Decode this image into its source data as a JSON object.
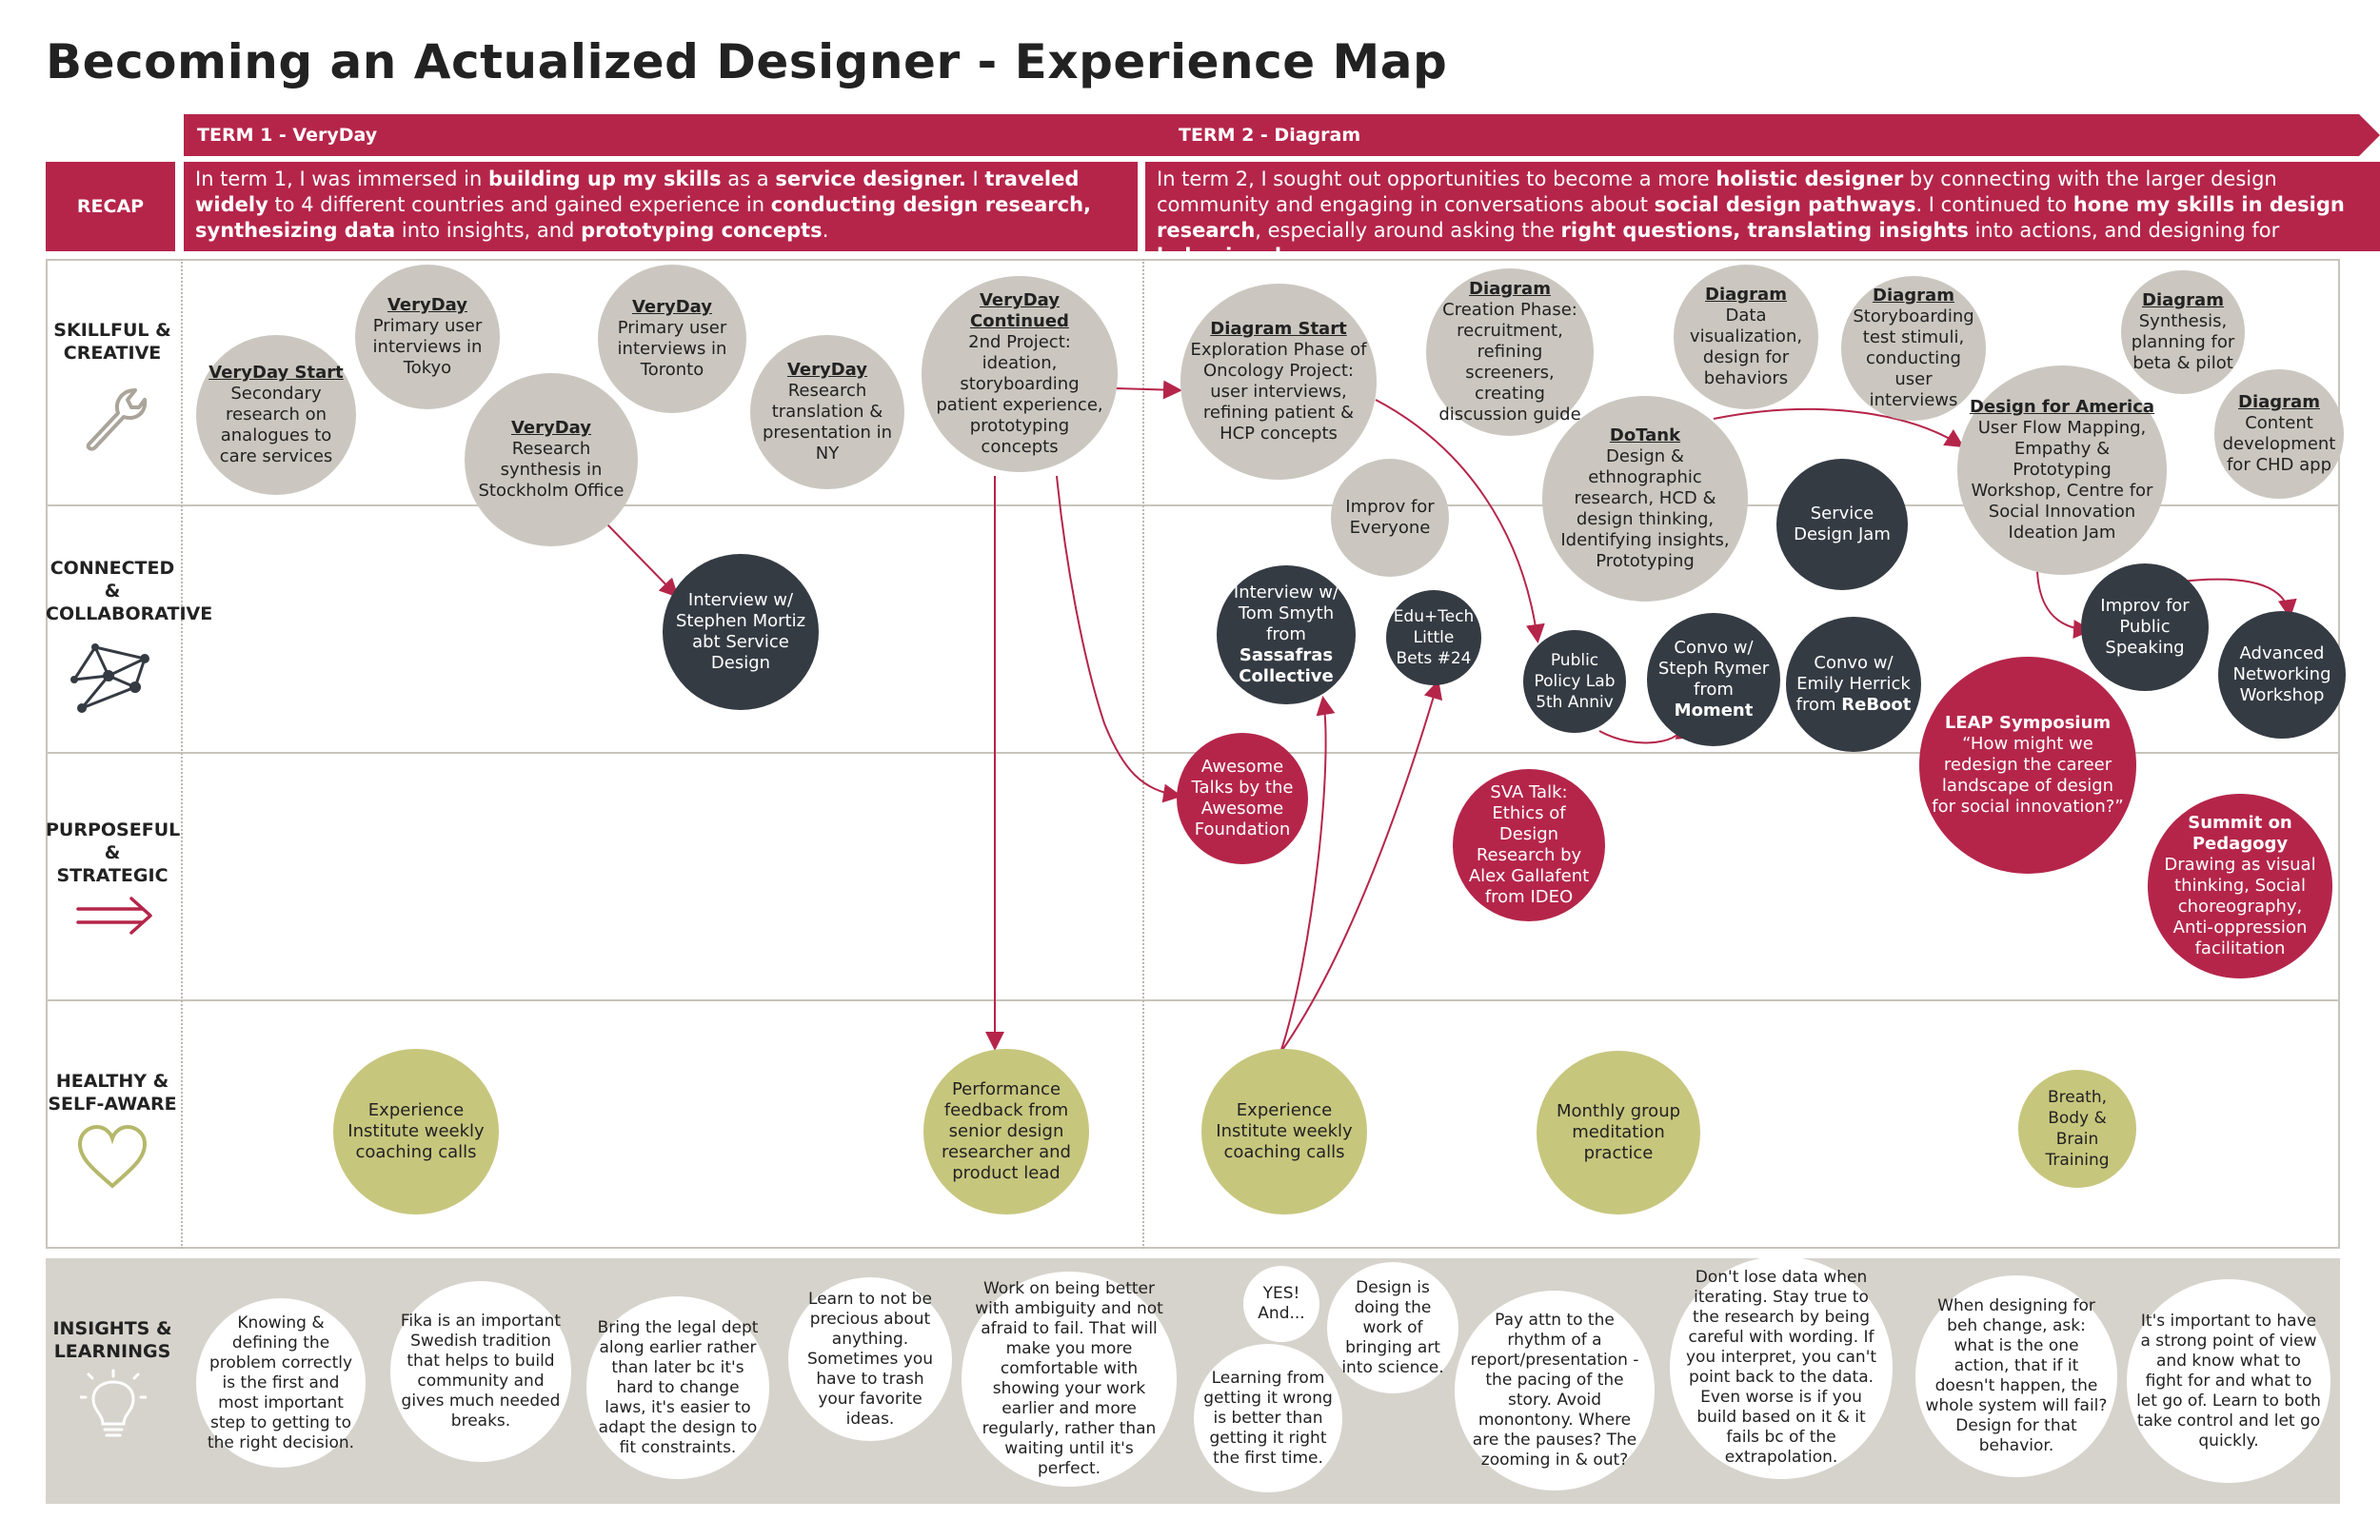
{
  "title": "Becoming an Actualized Designer - Experience Map",
  "terms": {
    "term1": "TERM 1 - VeryDay",
    "term2": "TERM 2 - Diagram"
  },
  "recap": {
    "label": "RECAP",
    "term1": [
      {
        "t": "In term 1, I was immersed in ",
        "b": false
      },
      {
        "t": "building up my skills",
        "b": true
      },
      {
        "t": " as a ",
        "b": false
      },
      {
        "t": "service designer.",
        "b": true
      },
      {
        "t": " I ",
        "b": false
      },
      {
        "t": "traveled widely",
        "b": true
      },
      {
        "t": " to 4 different countries and gained experience in ",
        "b": false
      },
      {
        "t": "conducting design research, synthesizing data",
        "b": true
      },
      {
        "t": " into insights, and ",
        "b": false
      },
      {
        "t": "prototyping concepts",
        "b": true
      },
      {
        "t": ".",
        "b": false
      }
    ],
    "term2": [
      {
        "t": "In term 2, I sought out opportunities to become a more ",
        "b": false
      },
      {
        "t": "holistic designer",
        "b": true
      },
      {
        "t": " by connecting with the larger design community and engaging in conversations about ",
        "b": false
      },
      {
        "t": "social design pathways",
        "b": true
      },
      {
        "t": ". I continued to ",
        "b": false
      },
      {
        "t": "hone my skills in design research",
        "b": true
      },
      {
        "t": ", especially around asking the ",
        "b": false
      },
      {
        "t": "right questions, translating insights",
        "b": true
      },
      {
        "t": " into actions, and designing for ",
        "b": false
      },
      {
        "t": "behavior change",
        "b": true
      },
      {
        "t": ".",
        "b": false
      }
    ]
  },
  "rows": {
    "skillful": {
      "l1": "SKILLFUL &",
      "l2": "CREATIVE",
      "icon": "wrench-icon"
    },
    "connected": {
      "l1": "CONNECTED",
      "l2": "&",
      "l3": "COLLABORATIVE",
      "icon": "network-icon"
    },
    "purposeful": {
      "l1": "PURPOSEFUL",
      "l2": "&",
      "l3": "STRATEGIC",
      "icon": "double-arrow-icon"
    },
    "healthy": {
      "l1": "HEALTHY &",
      "l2": "SELF-AWARE",
      "icon": "heart-icon"
    },
    "insights": {
      "l1": "INSIGHTS &",
      "l2": "LEARNINGS",
      "icon": "lightbulb-icon"
    }
  },
  "bubbles": {
    "vd_start": {
      "title": "VeryDay Start",
      "text": "Secondary research on analogues to care services"
    },
    "vd_tokyo": {
      "title": "VeryDay",
      "text": "Primary user interviews in Tokyo"
    },
    "vd_stockholm": {
      "title": "VeryDay",
      "text": "Research synthesis in Stockholm Office"
    },
    "vd_toronto": {
      "title": "VeryDay",
      "text": "Primary user interviews in Toronto"
    },
    "vd_ny": {
      "title": "VeryDay",
      "text": "Research translation & presentation in NY"
    },
    "vd_continued": {
      "title": "VeryDay Continued",
      "text": "2nd Project: ideation, storyboarding patient experience, prototyping concepts"
    },
    "dg_start": {
      "title": "Diagram Start",
      "text": "Exploration Phase of Oncology Project: user interviews, refining patient & HCP concepts"
    },
    "dg_creation": {
      "title": "Diagram",
      "text": "Creation Phase: recruitment, refining screeners, creating discussion guide"
    },
    "dg_dataviz": {
      "title": "Diagram",
      "text": "Data visualization, design for behaviors"
    },
    "dg_story": {
      "title": "Diagram",
      "text": "Storyboarding test stimuli, conducting user interviews"
    },
    "dg_synth": {
      "title": "Diagram",
      "text": "Synthesis, planning for beta & pilot"
    },
    "dg_content": {
      "title": "Diagram",
      "text": "Content development for CHD app"
    },
    "dotank": {
      "title": "DoTank",
      "text": "Design & ethnographic research, HCD & design thinking, Identifying insights, Prototyping"
    },
    "dfa": {
      "title": "Design for America",
      "text": "User Flow Mapping, Empathy & Prototyping Workshop, Centre for Social Innovation Ideation Jam"
    },
    "improv_everyone": {
      "text": "Improv for Everyone"
    },
    "interview_mortiz": {
      "text": "Interview w/ Stephen Mortiz abt Service Design"
    },
    "interview_tom_a": {
      "text": "Interview w/ Tom Smyth from"
    },
    "interview_tom_b": {
      "text": "Sassafras Collective"
    },
    "edutech": {
      "text": "Edu+Tech Little Bets #24"
    },
    "public_policy": {
      "text": "Public Policy Lab 5th Anniv"
    },
    "convo_steph_a": {
      "text": "Convo w/ Steph Rymer from"
    },
    "convo_steph_b": {
      "text": "Moment"
    },
    "service_jam": {
      "text": "Service Design Jam"
    },
    "convo_emily_a": {
      "text": "Convo w/ Emily Herrick from"
    },
    "convo_emily_b": {
      "text": "ReBoot"
    },
    "improv_public": {
      "text": "Improv for Public Speaking"
    },
    "adv_network": {
      "text": "Advanced Networking Workshop"
    },
    "awesome": {
      "text": "Awesome Talks by the Awesome Foundation"
    },
    "sva_title": {
      "text": "SVA Talk:"
    },
    "sva_text": {
      "text": "Ethics of Design Research by Alex Gallafent from IDEO"
    },
    "leap_title": {
      "text": "LEAP Symposium"
    },
    "leap_text": {
      "text": "“How might we redesign the career landscape of design for social innovation?”"
    },
    "summit_title": {
      "text": "Summit on Pedagogy"
    },
    "summit_text": {
      "text": "Drawing as visual thinking, Social choreography, Anti-oppression facilitation"
    },
    "exp_inst_1": {
      "text": "Experience Institute weekly coaching calls"
    },
    "perf_feedback": {
      "text": "Performance feedback from senior design researcher and product lead"
    },
    "exp_inst_2": {
      "text": "Experience Institute weekly coaching calls"
    },
    "meditation": {
      "text": "Monthly group meditation practice"
    },
    "breath": {
      "text": "Breath, Body & Brain Training"
    },
    "ins_knowing": {
      "text": "Knowing & defining the problem correctly is the first and most important step to getting to the right decision."
    },
    "ins_fika": {
      "text": "Fika is an important Swedish tradition that helps to build community and gives much needed breaks."
    },
    "ins_legal": {
      "text": "Bring the legal dept along earlier rather than later bc it's hard to change laws, it's easier to adapt the design to fit constraints."
    },
    "ins_precious": {
      "text": "Learn to not be precious about anything. Sometimes you have to trash your favorite ideas."
    },
    "ins_ambiguity": {
      "text": "Work on being better with ambiguity and not afraid to fail. That will make you more comfortable with showing your work earlier and more regularly, rather than waiting until it's perfect."
    },
    "ins_yes": {
      "text": "YES! And..."
    },
    "ins_wrong": {
      "text": "Learning from getting it wrong is better than getting it right the first time."
    },
    "ins_design_work": {
      "text": "Design is doing the work of bringing art into science."
    },
    "ins_rhythm": {
      "text": "Pay attn to the rhythm of a report/presentation - the pacing of the story. Avoid monontony. Where are the pauses? The zooming in & out?"
    },
    "ins_data": {
      "text": "Don't lose data when iterating. Stay true to the research by being careful with wording. If you interpret, you can't point back to the data. Even worse is if you build based on it & it fails bc of the extrapolation."
    },
    "ins_beh": {
      "text": "When designing for beh change, ask: what is the one action, that if it doesn't happen, the whole system will fail? Design for that behavior."
    },
    "ins_pov": {
      "text": "It's important to have a strong point of view and know what to fight for and what to let go of. Learn to both take control and let go quickly."
    }
  },
  "colors": {
    "crimson": "#b5254a",
    "dark": "#353b43",
    "gray": "#cbc7c0",
    "olive": "#c7c67d",
    "band": "#d6d3cc"
  }
}
